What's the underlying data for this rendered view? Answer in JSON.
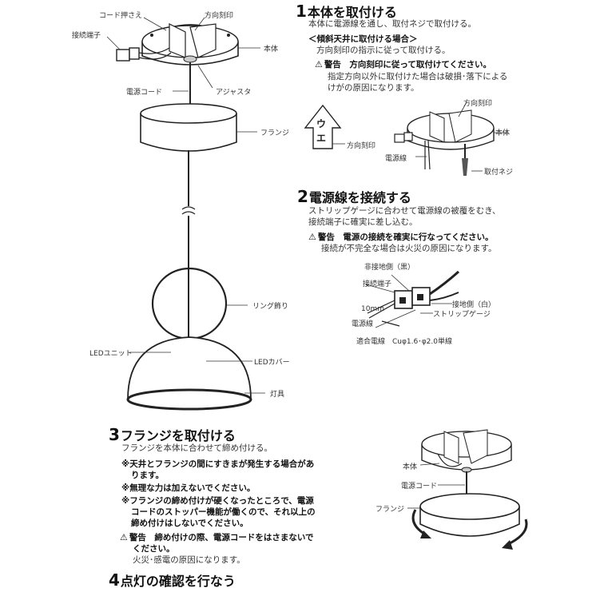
{
  "left_labels": {
    "cord_holder": "コード押さえ",
    "direction_mark": "方向刻印",
    "terminal": "接続端子",
    "body": "本体",
    "power_cord": "電源コード",
    "adjuster": "アジャスタ",
    "flange": "フランジ",
    "ring": "リング飾り",
    "led_unit": "LEDユニット",
    "led_cover": "LEDカバー",
    "fixture": "灯具"
  },
  "step1": {
    "num": "1",
    "title": "本体を取付ける",
    "text": "本体に電源線を通し、取付ネジで取付ける。",
    "sub_title": "＜傾斜天井に取付ける場合＞",
    "sub_text": "方向刻印の指示に従って取付ける。",
    "warn_title": "警告　方向刻印に従って取付けてください。",
    "warn_text1": "指定方向以外に取付けた場合は破損･落下による",
    "warn_text2": "けがの原因になります。",
    "fig": {
      "arrow_text1": "ウ",
      "arrow_text2": "エ",
      "direction_mark": "方向刻印",
      "direction_mark2": "方向刻印",
      "body": "本体",
      "power_wire": "電源線",
      "screw": "取付ネジ"
    }
  },
  "step2": {
    "num": "2",
    "title": "電源線を接続する",
    "text1": "ストリップゲージに合わせて電源線の被覆をむき、",
    "text2": "接続端子に確実に差し込む。",
    "warn_title": "警告　電源の接続を確実に行なってください。",
    "warn_text": "接続が不完全な場合は火災の原因になります。",
    "fig": {
      "non_ground": "非接地側（黒）",
      "terminal": "接続端子",
      "ground": "接地側（白）",
      "mm": "10mm",
      "strip": "ストリップゲージ",
      "wire": "電源線",
      "spec": "適合電線　Cuφ1.6･φ2.0単線"
    }
  },
  "step3": {
    "num": "3",
    "title": "フランジを取付ける",
    "text": "フランジを本体に合わせて締め付ける。",
    "note1a": "※天井とフランジの間にすきまが発生する場合があ",
    "note1b": "ります。",
    "note2": "※無理な力は加えないでください。",
    "note3a": "※フランジの締め付けが硬くなったところで、電源",
    "note3b": "コードのストッパー機能が働くので、それ以上の",
    "note3c": "締め付けはしないでください。",
    "warn_title1": "警告　締め付けの際、電源コードをはさまないで",
    "warn_title2": "ください。",
    "warn_text": "火災･感電の原因になります。",
    "fig": {
      "body": "本体",
      "cord": "電源コード",
      "flange": "フランジ"
    }
  },
  "step4": {
    "num": "4",
    "title": "点灯の確認を行なう"
  }
}
